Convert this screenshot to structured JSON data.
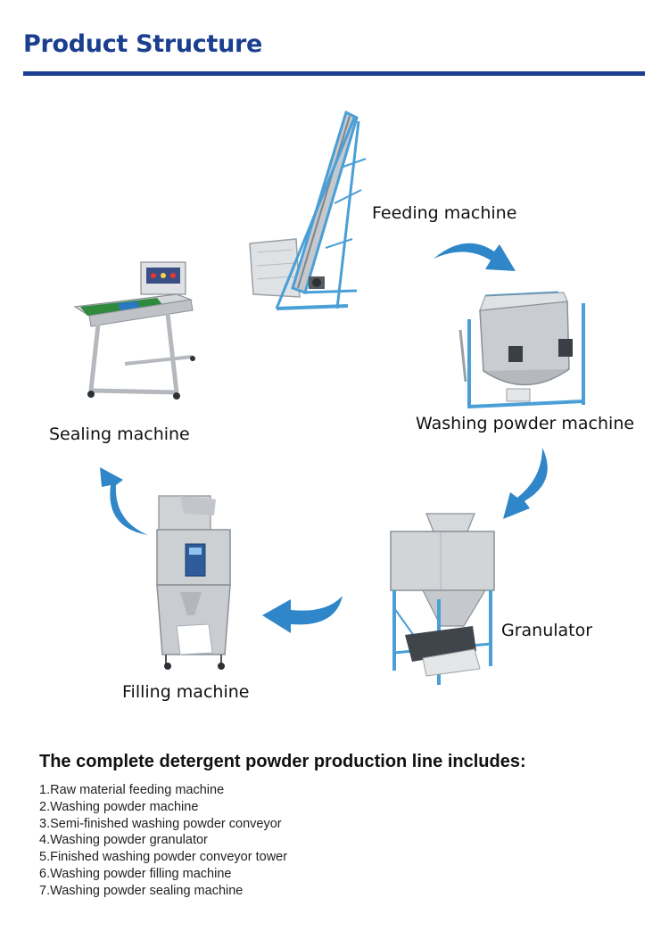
{
  "header": {
    "title": "Product Structure"
  },
  "colors": {
    "accent": "#1b3f8f",
    "arrow": "#2f86c8",
    "frame": "#4a9fd6",
    "steel": "#c9ccd0"
  },
  "flow": {
    "machines": [
      {
        "label": "Feeding machine",
        "icon": "feeding-machine-illustration"
      },
      {
        "label": "Washing powder machine",
        "icon": "washing-powder-machine-illustration"
      },
      {
        "label": "Granulator",
        "icon": "granulator-illustration"
      },
      {
        "label": "Filling machine",
        "icon": "filling-machine-illustration"
      },
      {
        "label": "Sealing machine",
        "icon": "sealing-machine-illustration"
      }
    ]
  },
  "includes": {
    "title": "The complete detergent powder production line includes:",
    "items": [
      "1.Raw material feeding machine",
      "2.Washing powder machine",
      "3.Semi-finished washing powder conveyor",
      "4.Washing powder granulator",
      "5.Finished washing powder conveyor tower",
      "6.Washing powder filling machine",
      "7.Washing powder sealing machine"
    ]
  }
}
